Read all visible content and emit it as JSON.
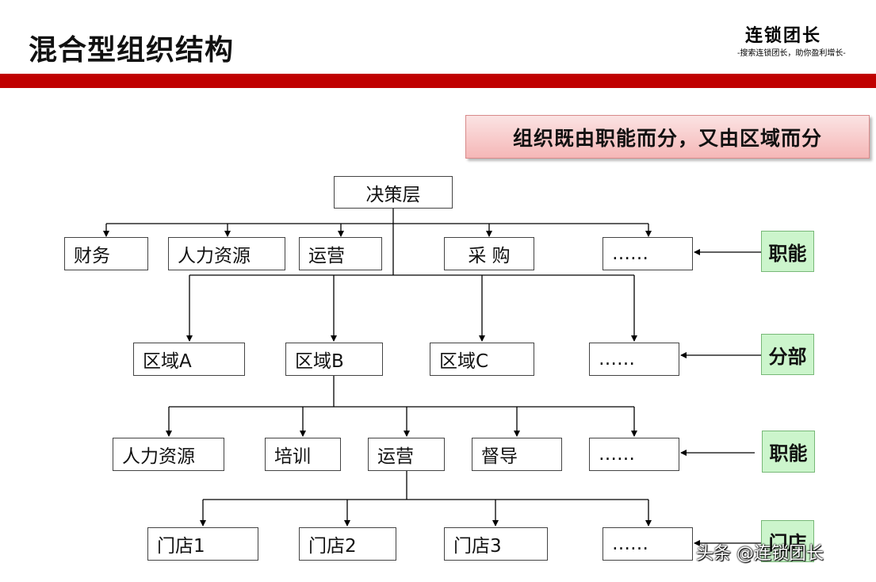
{
  "header": {
    "title": "混合型组织结构",
    "brand_name": "连锁团长",
    "brand_slogan": "-搜索连锁团长，助你盈利增长-"
  },
  "headline": "组织既由职能而分，又由区域而分",
  "nodes": {
    "root": "决策层",
    "level1": [
      "财务",
      "人力资源",
      "运营",
      "采 购",
      "……"
    ],
    "level2": [
      "区域A",
      "区域B",
      "区域C",
      "……"
    ],
    "level3": [
      "人力资源",
      "培训",
      "运营",
      "督导",
      "……"
    ],
    "level4": [
      "门店1",
      "门店2",
      "门店3",
      "……"
    ]
  },
  "tags": [
    "职能",
    "分部",
    "职能",
    "门店"
  ],
  "watermark": "头条 @连锁团长",
  "colors": {
    "band": "#c00000",
    "tag_fill": "#ccf5cc",
    "headline_fill": "#f5b7b7"
  }
}
